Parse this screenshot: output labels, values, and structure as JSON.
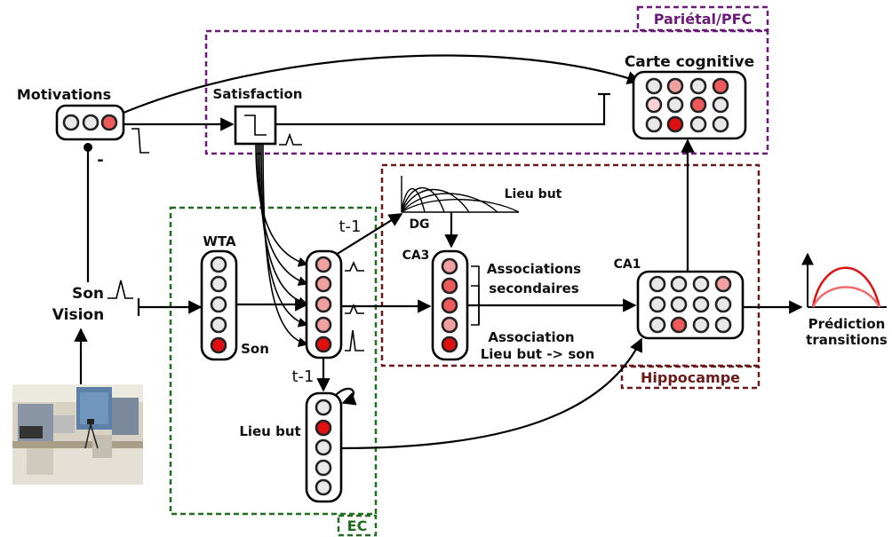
{
  "regions": {
    "parietal_pfc": {
      "label": "Pariétal/PFC",
      "color": "#6b1a78"
    },
    "ec": {
      "label": "EC",
      "color": "#1f6e1f"
    },
    "hippocampe": {
      "label": "Hippocampe",
      "color": "#6b1a1a"
    }
  },
  "labels": {
    "motivations": "Motivations",
    "satisfaction": "Satisfaction",
    "carte_cognitive": "Carte cognitive",
    "wta": "WTA",
    "son_wta": "Son",
    "son_input": "Son",
    "vision": "Vision",
    "minus": "-",
    "t1_top": "t-1",
    "t1_bottom": "t-1",
    "lieu_but_ec": "Lieu but",
    "lieu_but_dg": "Lieu but",
    "dg": "DG",
    "ca3": "CA3",
    "ca1": "CA1",
    "assoc_sec_1": "Associations",
    "assoc_sec_2": "secondaires",
    "assoc_1": "Association",
    "assoc_2": "Lieu but -> son",
    "prediction_1": "Prédiction",
    "prediction_2": "transitions"
  },
  "colors": {
    "active": "#e01010",
    "medium": "#ee5a5a",
    "light": "#f1a0a0",
    "pale": "#f8d2d2",
    "off": "#e8e8e8",
    "curve_strong": "#dd1111",
    "curve_light": "#ee6b6b"
  },
  "icons": {
    "camera_image": "room-photo-icon",
    "step_function": "step-function-icon"
  }
}
